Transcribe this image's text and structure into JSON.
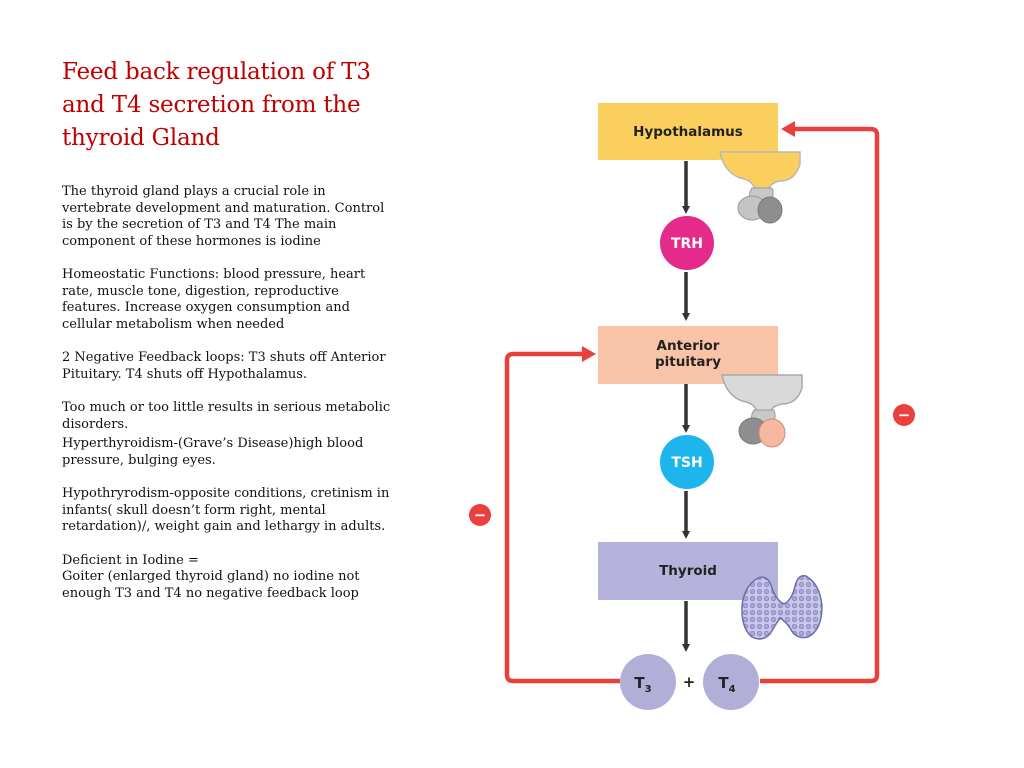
{
  "title": "Feed back regulation of T3\nand T4 secretion from the\nthyroid Gland",
  "paragraphs": [
    "The thyroid gland plays a crucial role in vertebrate development and maturation. Control is by the secretion of T3 and T4 The main component of these hormones is iodine",
    "Homeostatic Functions: blood pressure, heart rate, muscle tone, digestion, reproductive features. Increase oxygen consumption and cellular metabolism when needed",
    " 2 Negative Feedback loops: T3 shuts off Anterior Pituitary. T4 shuts off Hypothalamus.",
    "Too much or too little results in serious metabolic disorders.",
    "Hyperthyroidism-(Grave’s Disease)high blood pressure, bulging eyes.",
    "Hypothryrodism-opposite conditions, cretinism in infants( skull doesn’t form right, mental retardation)/, weight gain and lethargy in adults.",
    "Deficient in Iodine =\nGoiter (enlarged thyroid gland) no iodine not enough T3 and T4 no negative feedback loop"
  ],
  "diagram": {
    "boxes": {
      "hypothalamus": "Hypothalamus",
      "anterior_pituitary_line1": "Anterior",
      "anterior_pituitary_line2": "pituitary",
      "thyroid": "Thyroid"
    },
    "hormones": {
      "trh": "TRH",
      "tsh": "TSH",
      "t3_base": "T",
      "t3_sub": "3",
      "plus": "+",
      "t4_base": "T",
      "t4_sub": "4"
    },
    "feedback_sign": "−",
    "colors": {
      "hypothalamus_box": "#fbcf5d",
      "pituitary_box": "#f9c3a8",
      "thyroid_box": "#b5b3dc",
      "trh_circle": "#e42a8a",
      "tsh_circle": "#1eb4ec",
      "t_circles": "#b1afd8",
      "feedback_line": "#e8403d",
      "arrow": "#333333",
      "title": "#c00000"
    }
  }
}
